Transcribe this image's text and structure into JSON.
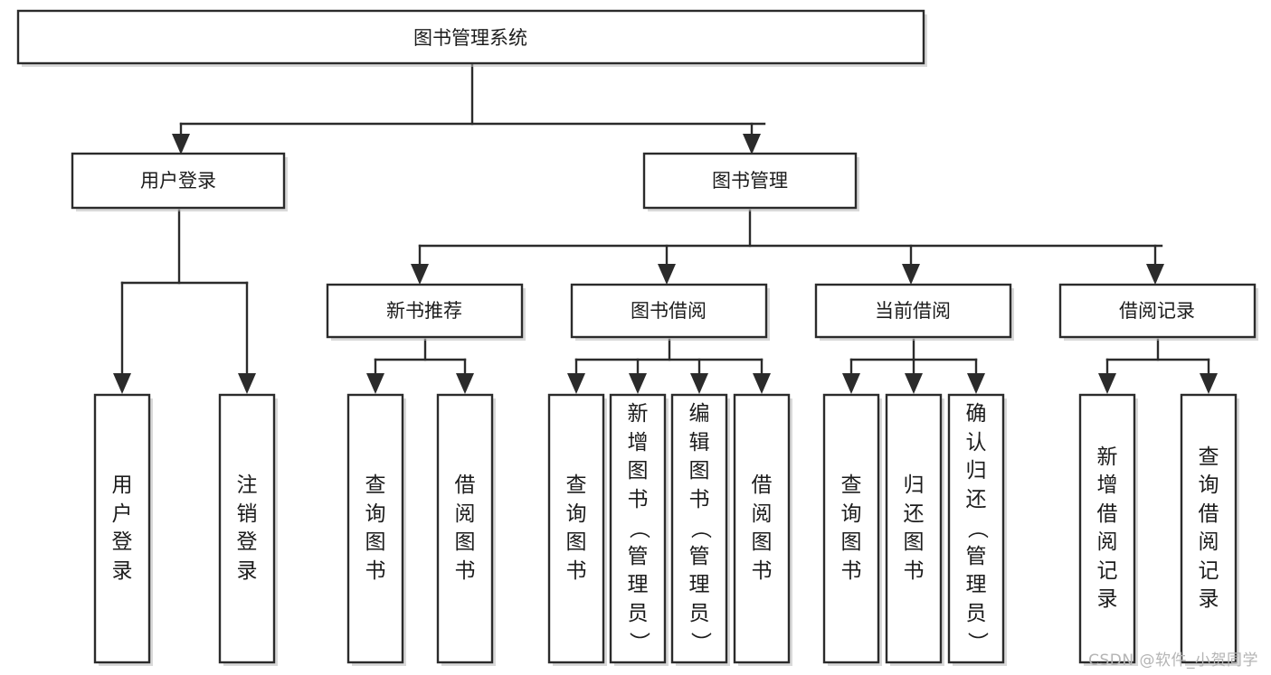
{
  "diagram": {
    "title": "图书管理系统",
    "type": "tree",
    "watermark": "CSDN @软件_小贺同学",
    "colors": {
      "stroke": "#2b2b2b",
      "fill": "#ffffff",
      "text": "#1c1c1c",
      "watermark": "#b4b4b4",
      "background": "#ffffff"
    },
    "nodes": {
      "root": {
        "label": "图书管理系统",
        "orientation": "horizontal"
      },
      "level2": [
        {
          "id": "user-login",
          "label": "用户登录",
          "orientation": "horizontal"
        },
        {
          "id": "book-manage",
          "label": "图书管理",
          "orientation": "horizontal"
        }
      ],
      "level3": [
        {
          "id": "new-book-recommend",
          "label": "新书推荐",
          "orientation": "horizontal"
        },
        {
          "id": "book-borrow",
          "label": "图书借阅",
          "orientation": "horizontal"
        },
        {
          "id": "current-borrow",
          "label": "当前借阅",
          "orientation": "horizontal"
        },
        {
          "id": "borrow-record",
          "label": "借阅记录",
          "orientation": "horizontal"
        }
      ],
      "leaves": [
        {
          "id": "leaf-user-login",
          "label": "用户登录",
          "parent": "user-login",
          "orientation": "vertical"
        },
        {
          "id": "leaf-user-logout",
          "label": "注销登录",
          "parent": "user-login",
          "orientation": "vertical"
        },
        {
          "id": "leaf-query-book-1",
          "label": "查询图书",
          "parent": "new-book-recommend",
          "orientation": "vertical"
        },
        {
          "id": "leaf-borrow-book-1",
          "label": "借阅图书",
          "parent": "new-book-recommend",
          "orientation": "vertical"
        },
        {
          "id": "leaf-query-book-2",
          "label": "查询图书",
          "parent": "book-borrow",
          "orientation": "vertical"
        },
        {
          "id": "leaf-add-book",
          "label": "新增图书（管理员）",
          "parent": "book-borrow",
          "orientation": "vertical"
        },
        {
          "id": "leaf-edit-book",
          "label": "编辑图书（管理员）",
          "parent": "book-borrow",
          "orientation": "vertical"
        },
        {
          "id": "leaf-borrow-book-2",
          "label": "借阅图书",
          "parent": "book-borrow",
          "orientation": "vertical"
        },
        {
          "id": "leaf-query-book-3",
          "label": "查询图书",
          "parent": "current-borrow",
          "orientation": "vertical"
        },
        {
          "id": "leaf-return-book",
          "label": "归还图书",
          "parent": "current-borrow",
          "orientation": "vertical"
        },
        {
          "id": "leaf-confirm-return",
          "label": "确认归还（管理员）",
          "parent": "current-borrow",
          "orientation": "vertical"
        },
        {
          "id": "leaf-add-record",
          "label": "新增借阅记录",
          "parent": "borrow-record",
          "orientation": "vertical"
        },
        {
          "id": "leaf-query-record",
          "label": "查询借阅记录",
          "parent": "borrow-record",
          "orientation": "vertical"
        }
      ]
    }
  }
}
